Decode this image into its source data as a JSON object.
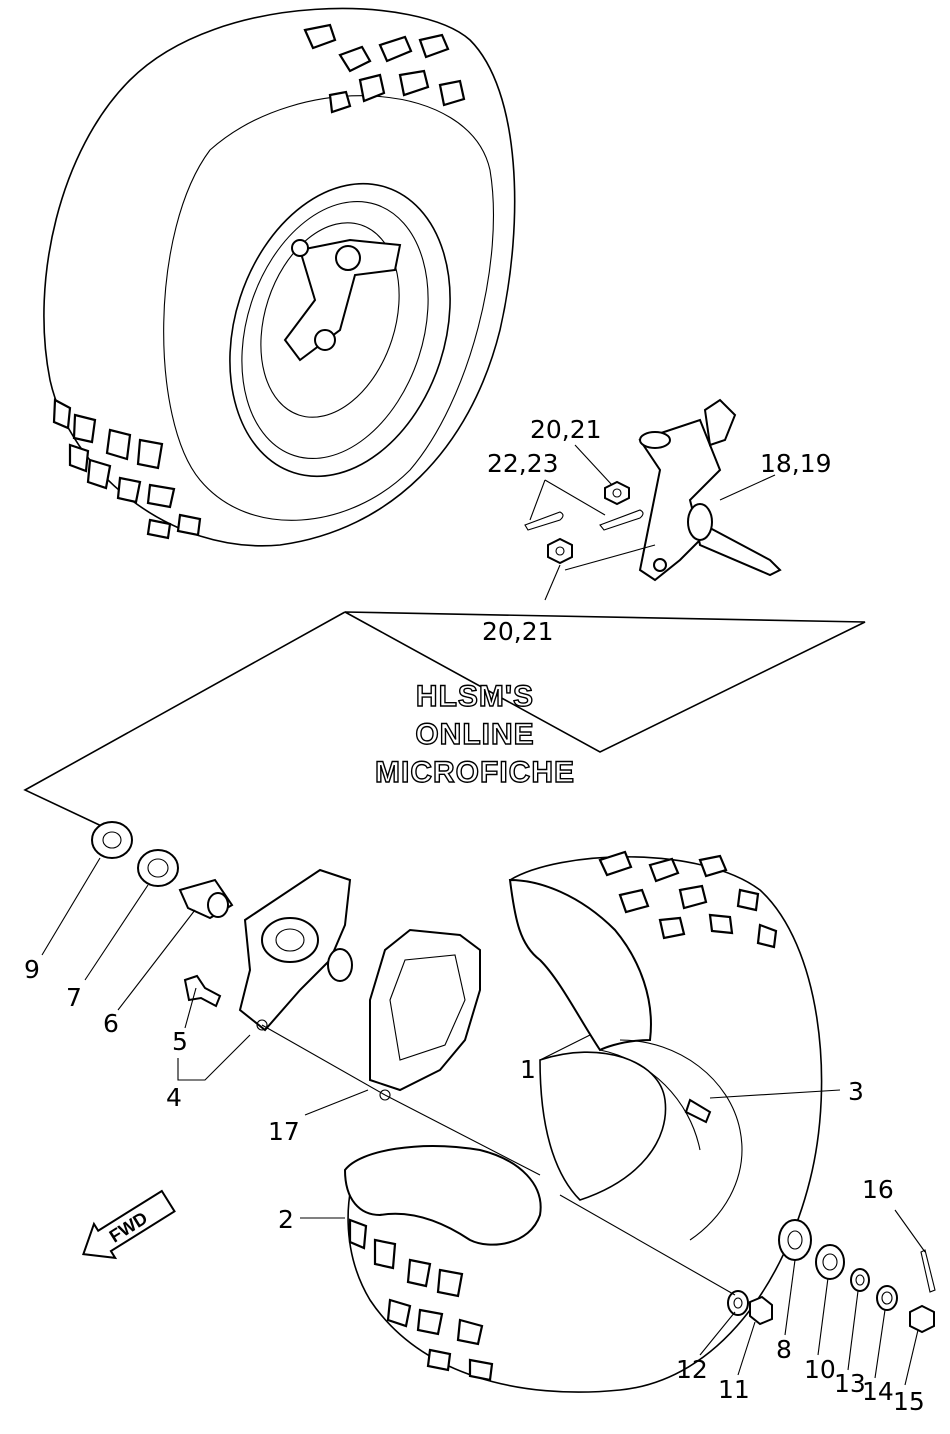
{
  "watermark": {
    "line1": "HLSM'S",
    "line2": "ONLINE",
    "line3": "MICROFICHE"
  },
  "direction_badge": "FWD",
  "callouts": {
    "c1": "1",
    "c2": "2",
    "c3": "3",
    "c4": "4",
    "c5": "5",
    "c6": "6",
    "c7": "7",
    "c8": "8",
    "c9": "9",
    "c10": "10",
    "c11": "11",
    "c12": "12",
    "c13": "13",
    "c14": "14",
    "c15": "15",
    "c16": "16",
    "c17": "17",
    "c18_19": "18,19",
    "c20_21_top": "20,21",
    "c20_21_bottom": "20,21",
    "c22_23": "22,23"
  }
}
